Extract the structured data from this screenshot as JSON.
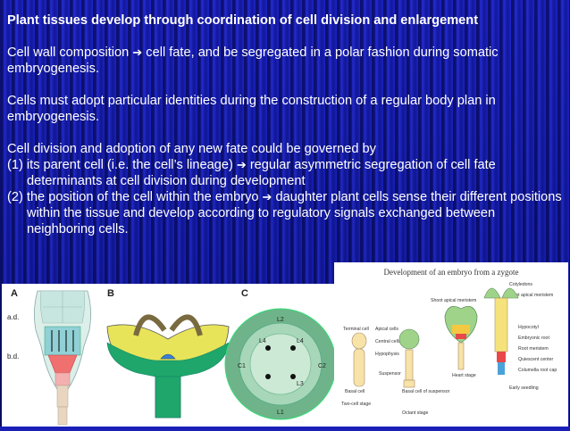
{
  "slide": {
    "title": "Plant tissues develop through coordination of cell division and enlargement",
    "p1_a": "Cell wall composition ",
    "p1_arrow": "➔",
    "p1_b": " cell fate, and be segregated in a polar fashion during somatic embryogenesis.",
    "p2": "Cells must adopt particular identities during the construction of a regular body plan in embryogenesis.",
    "p3_intro": "Cell division and adoption of any new fate could be governed by",
    "li1_a": "(1) its parent cell (i.e. the cell’s lineage) ",
    "li1_b": " regular asymmetric segregation of cell fate determinants at cell division during development",
    "li2_a": "(2) the position of the cell within the embryo ",
    "li2_b": " daughter plant cells sense their different positions within the tissue and develop according to regulatory signals exchanged between neighboring cells."
  },
  "figure_left": {
    "panel_a": "A",
    "panel_b": "B",
    "panel_c": "C",
    "label_ad": "a.d.",
    "label_bd": "b.d.",
    "label_l2_top": "L2",
    "label_l4_left": "L4",
    "label_l4_right": "L4",
    "label_c2": "C2",
    "label_c1": "C1",
    "label_l3": "L3",
    "label_l1": "L1"
  },
  "figure_right": {
    "title": "Development of an embryo from a zygote",
    "cotyledons": "Cotyledons",
    "shoot_apical_meristem": "Shoot apical meristem",
    "shoot_apical_meristem_2": "Shoot apical meristem",
    "terminal_cell": "Terminal cell",
    "apical_cells": "Apical cells",
    "central_cells": "Central cells",
    "hypophysis": "Hypophysis",
    "suspensor": "Suspensor",
    "basal_cell": "Basal cell",
    "basal_cell_suspensor": "Basal cell of suspensor",
    "heart_stage": "Heart stage",
    "two_cell_stage": "Two-cell stage",
    "octant_stage": "Octant stage",
    "hypocotyl": "Hypocotyl",
    "embryonic_root": "Embryonic root",
    "root_meristem": "Root meristem",
    "quiescent_center": "Quiescent center",
    "columella": "Columella root cap",
    "early_seedling": "Early seedling"
  }
}
